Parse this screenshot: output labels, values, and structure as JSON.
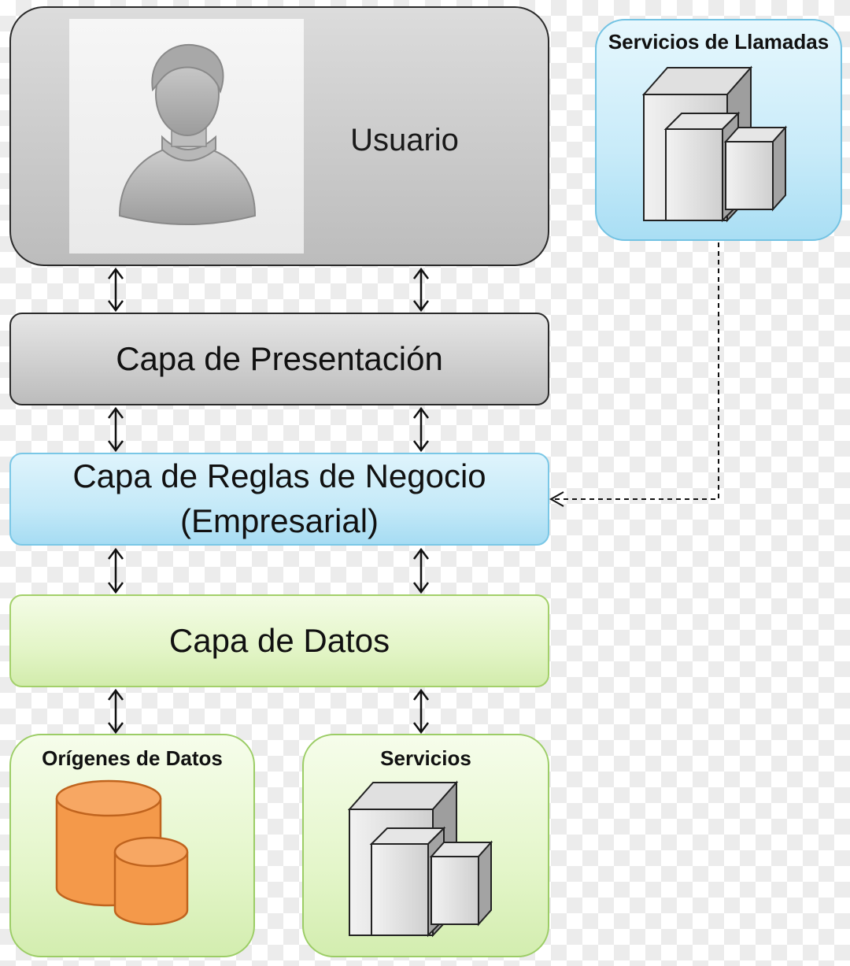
{
  "user_box": {
    "label": "Usuario",
    "icon": "user-silhouette-icon"
  },
  "call_services": {
    "title": "Servicios de Llamadas",
    "icon": "server-stack-icon"
  },
  "layers": {
    "presentation": "Capa de Presentación",
    "business_line1": "Capa de Reglas de Negocio",
    "business_line2": "(Empresarial)",
    "data": "Capa de Datos"
  },
  "data_sources": {
    "title": "Orígenes de Datos",
    "icon": "database-icon",
    "color": "#f4994a"
  },
  "services": {
    "title": "Servicios",
    "icon": "server-stack-icon"
  },
  "colors": {
    "gray_layer": "#c9c9c9",
    "blue_layer": "#c4e9f8",
    "green_layer": "#e3f5c7",
    "arrow": "#111111"
  }
}
